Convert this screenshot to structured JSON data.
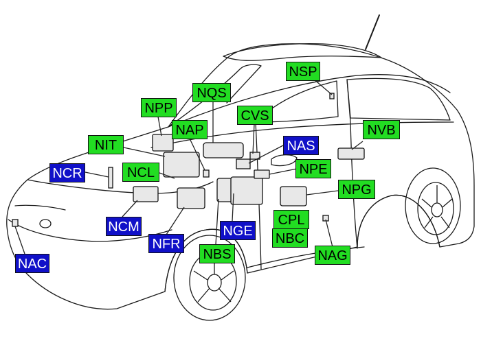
{
  "labels": {
    "nsp": "NSP",
    "nqs": "NQS",
    "npp": "NPP",
    "cvs": "CVS",
    "nap": "NAP",
    "nit": "NIT",
    "nas": "NAS",
    "nvb": "NVB",
    "ncr": "NCR",
    "ncl": "NCL",
    "npe": "NPE",
    "npg": "NPG",
    "cpl": "CPL",
    "ncm": "NCM",
    "nge": "NGE",
    "nbc": "NBC",
    "nfr": "NFR",
    "nbs": "NBS",
    "nag": "NAG",
    "nac": "NAC"
  },
  "colors": {
    "green_label": "#22dd22",
    "blue_label": "#1010c8",
    "line": "#222222"
  }
}
